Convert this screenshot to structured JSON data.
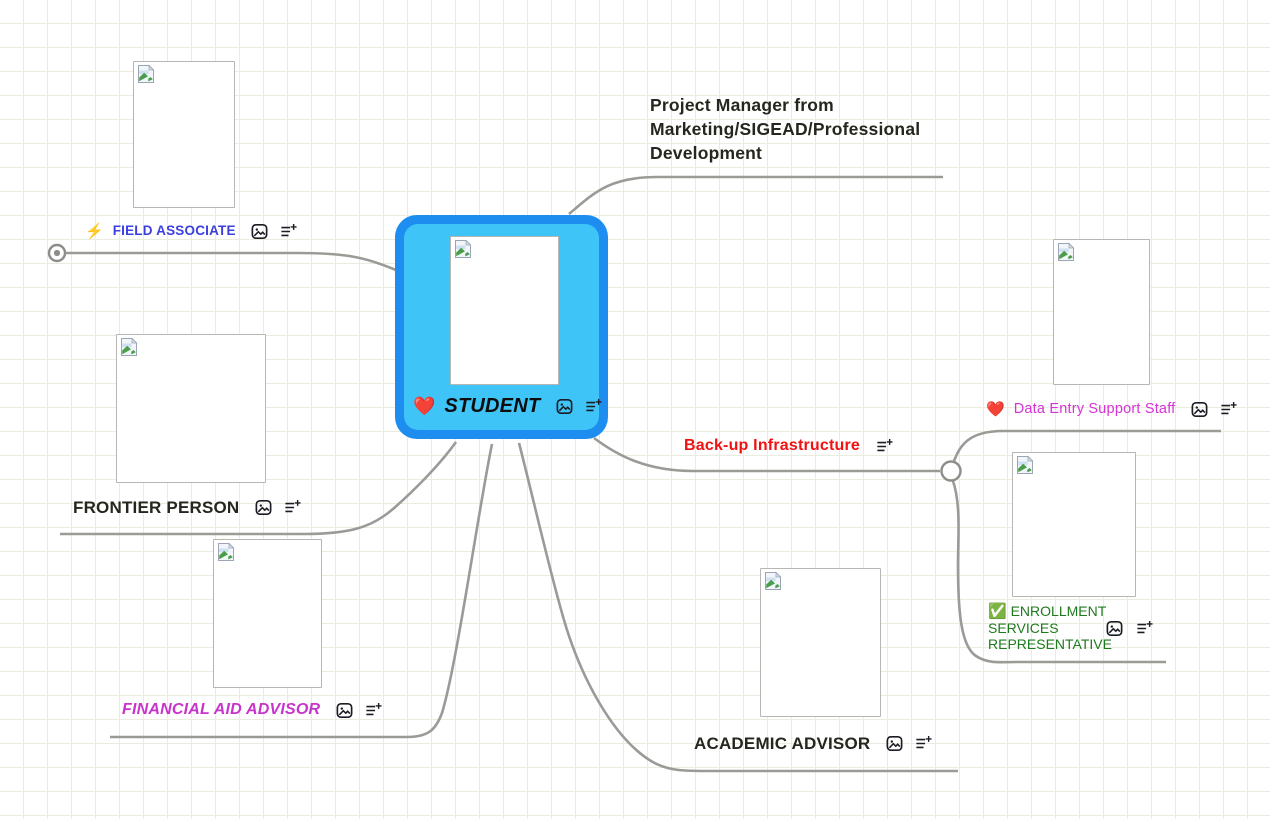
{
  "app": {
    "type": "mind-map-canvas"
  },
  "palette": {
    "node_border": "#1d8ef0",
    "node_fill": "#3fc4f8",
    "branch_line": "#9a9a96",
    "grid_line": "#e9ecdf",
    "field_associate_text": "#3b3fe0",
    "data_entry_text": "#d633d6",
    "financial_aid_text": "#c733cc",
    "backup_text": "#f21111",
    "enrollment_text": "#1d7a1d",
    "dark_text": "#26261f"
  },
  "nodes": {
    "student": {
      "emoji": "❤️",
      "label": "STUDENT"
    },
    "field_associate": {
      "emoji": "⚡",
      "label": "FIELD ASSOCIATE"
    },
    "project_manager": {
      "label": "Project Manager from Marketing/SIGEAD/Professional Development"
    },
    "frontier_person": {
      "label": "FRONTIER PERSON"
    },
    "financial_aid_advisor": {
      "label": "FINANCIAL AID ADVISOR"
    },
    "academic_advisor": {
      "label": "ACADEMIC ADVISOR"
    },
    "backup_infrastructure": {
      "label": "Back-up Infrastructure"
    },
    "data_entry_support": {
      "emoji": "❤️",
      "label": "Data Entry Support Staff"
    },
    "enrollment_rep": {
      "emoji": "✅",
      "label": "ENROLLMENT SERVICES REPRESENTATIVE"
    }
  },
  "icons": {
    "image": "image-icon",
    "add_item": "playlist-add-icon",
    "broken_image": "broken-image-icon",
    "branch_anchor": "branch-anchor-dot",
    "branch_connector": "branch-connector-circle"
  }
}
